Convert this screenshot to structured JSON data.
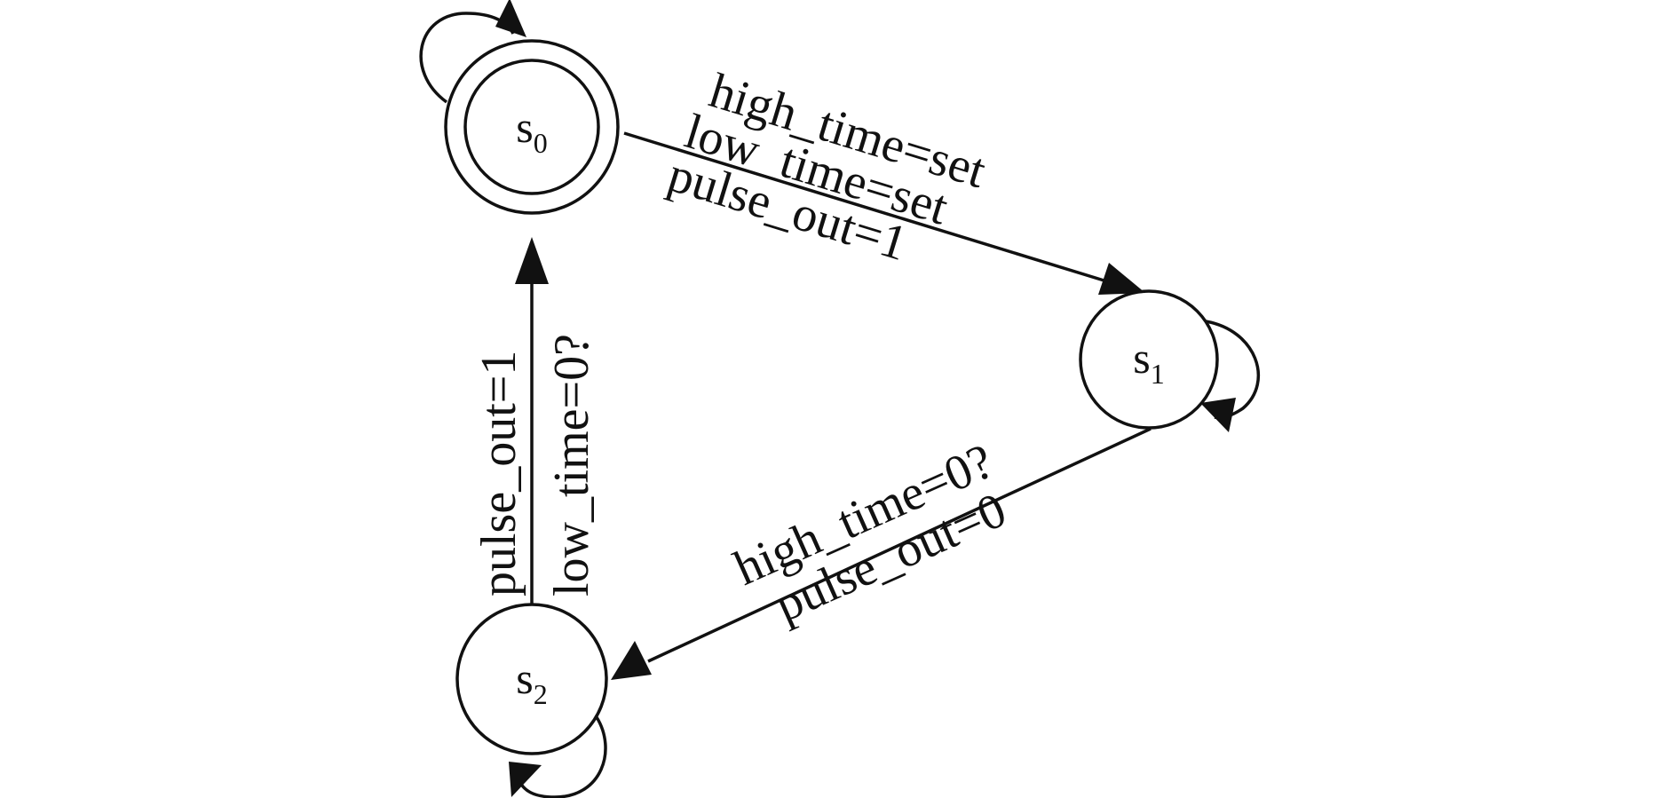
{
  "states": [
    {
      "id": "s0",
      "letter": "s",
      "index": "0",
      "initial": true
    },
    {
      "id": "s1",
      "letter": "s",
      "index": "1"
    },
    {
      "id": "s2",
      "letter": "s",
      "index": "2"
    }
  ],
  "transitions": {
    "s0_s1": [
      "high_time=set",
      "low_time=set",
      "pulse_out=1"
    ],
    "s1_s2": [
      "high_time=0?",
      "pulse_out=0"
    ],
    "s2_s0": [
      "pulse_out=1",
      "low_time=0?"
    ]
  },
  "colors": {
    "stroke": "#111111",
    "background": "#ffffff"
  }
}
